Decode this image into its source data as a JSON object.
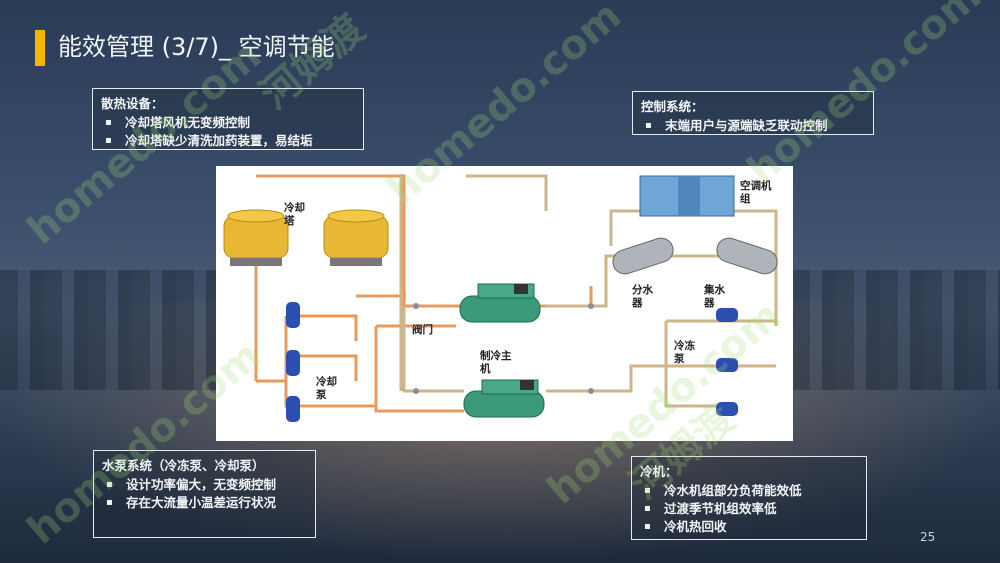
{
  "title": "能效管理 (3/7)_ 空调节能",
  "boxes": {
    "heat": {
      "head": "散热设备：",
      "items": [
        "冷却塔风机无变频控制",
        "冷却塔缺少清洗加药装置，易结垢"
      ]
    },
    "control": {
      "head": "控制系统：",
      "items": [
        "末端用户与源端缺乏联动控制"
      ]
    },
    "pump": {
      "head": "水泵系统（冷冻泵、冷却泵）",
      "items": [
        "设计功率偏大，无变频控制",
        "存在大流量小温差运行状况"
      ]
    },
    "chiller": {
      "head": "冷机：",
      "items": [
        "冷水机组部分负荷能效低",
        "过渡季节机组效率低",
        "冷机热回收"
      ]
    }
  },
  "diagram": {
    "cooling_tower": "冷却塔",
    "ahu": "空调机组",
    "divider": "分水器",
    "collector": "集水器",
    "valve": "阀门",
    "chiller": "制冷主机",
    "chilled_pump": "冷冻泵",
    "cooling_pump": "冷却泵"
  },
  "watermark": [
    "homedo.com",
    "河姆渡"
  ],
  "page_number": "25",
  "colors": {
    "accent": "#f2b705",
    "pipe_orange": "#e89a5c",
    "pipe_tan": "#cdb48a",
    "machine_green": "#3a9a7a"
  }
}
